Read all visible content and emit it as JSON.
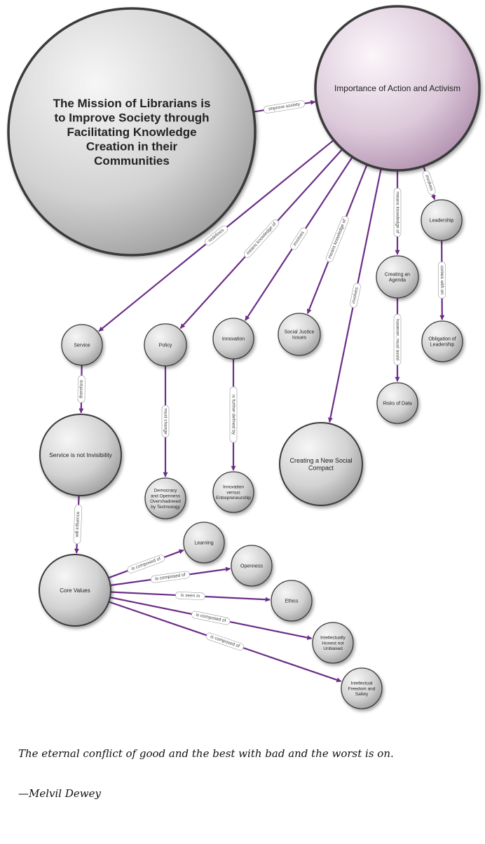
{
  "colors": {
    "edge": "#6b2d87",
    "node_grey_light": "#f4f4f4",
    "node_grey_dark": "#8f8f8f",
    "node_purple_light": "#f7eef6",
    "node_purple_dark": "#a782a4",
    "outline": "#3a3a3a"
  },
  "nodes": {
    "mission": {
      "label": "The Mission of Librarians is to Improve Society through Facilitating Knowledge Creation in their Communities"
    },
    "activism": {
      "label": "Importance of Action and Activism"
    },
    "service": {
      "label": "Service"
    },
    "policy": {
      "label": "Policy"
    },
    "innovation": {
      "label": "Innovation"
    },
    "social_justice": {
      "label": "Social Justice Issues"
    },
    "agenda": {
      "label": "Creating an Agenda"
    },
    "leadership": {
      "label": "Leadership"
    },
    "obligation": {
      "label": "Obligation of Leadership"
    },
    "risks": {
      "label": "Risks of Data"
    },
    "social_compact": {
      "label": "Creating a New Social Compact"
    },
    "invisibility": {
      "label": "Service is not Invisibility"
    },
    "democracy": {
      "label": "Democracy and Openness Overshadowed by Technology"
    },
    "innov_vs": {
      "label": "Innovation versus Entrepreneurship"
    },
    "core_values": {
      "label": "Core Values"
    },
    "learning": {
      "label": "Learning"
    },
    "openness": {
      "label": "Openness"
    },
    "ethics": {
      "label": "Ethics"
    },
    "honest": {
      "label": "Intellectually Honest not Unbiased"
    },
    "freedom": {
      "label": "Intellectual Freedom and Safety"
    }
  },
  "edges": [
    {
      "from": "mission",
      "to": "activism",
      "label": "improve society"
    },
    {
      "from": "activism",
      "to": "service",
      "label": "redefines"
    },
    {
      "from": "activism",
      "to": "policy",
      "label": "means knowledge of"
    },
    {
      "from": "activism",
      "to": "innovation",
      "label": "involves"
    },
    {
      "from": "activism",
      "to": "social_justice",
      "label": "means knowledge of"
    },
    {
      "from": "activism",
      "to": "social_compact",
      "label": "involves"
    },
    {
      "from": "activism",
      "to": "agenda",
      "label": "means knowledge of"
    },
    {
      "from": "activism",
      "to": "leadership",
      "label": "involves"
    },
    {
      "from": "leadership",
      "to": "obligation",
      "label": "comes with an"
    },
    {
      "from": "agenda",
      "to": "risks",
      "label": "however, must avoid"
    },
    {
      "from": "service",
      "to": "invisibility",
      "label": "therefore"
    },
    {
      "from": "policy",
      "to": "democracy",
      "label": "must change"
    },
    {
      "from": "innovation",
      "to": "innov_vs",
      "label": "is further defined by"
    },
    {
      "from": "invisibility",
      "to": "core_values",
      "label": "will influence"
    },
    {
      "from": "core_values",
      "to": "learning",
      "label": "is composed of"
    },
    {
      "from": "core_values",
      "to": "openness",
      "label": "is composed of"
    },
    {
      "from": "core_values",
      "to": "ethics",
      "label": "is seen in"
    },
    {
      "from": "core_values",
      "to": "honest",
      "label": "is composed of"
    },
    {
      "from": "core_values",
      "to": "freedom",
      "label": "is composed of"
    }
  ],
  "quote": {
    "text": "The eternal conflict of good and the best with bad and the worst is on.",
    "attribution": "—Melvil Dewey"
  }
}
